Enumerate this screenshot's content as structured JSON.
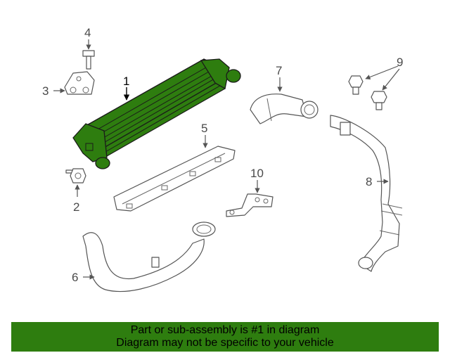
{
  "callouts": {
    "c1": "1",
    "c2": "2",
    "c3": "3",
    "c4": "4",
    "c5": "5",
    "c6": "6",
    "c7": "7",
    "c8": "8",
    "c9": "9",
    "c10": "10"
  },
  "highlight_color": "#2e7d0f",
  "banner": {
    "line1": "Part or sub-assembly is #1 in diagram",
    "line2": "Diagram may not be specific to your vehicle"
  }
}
